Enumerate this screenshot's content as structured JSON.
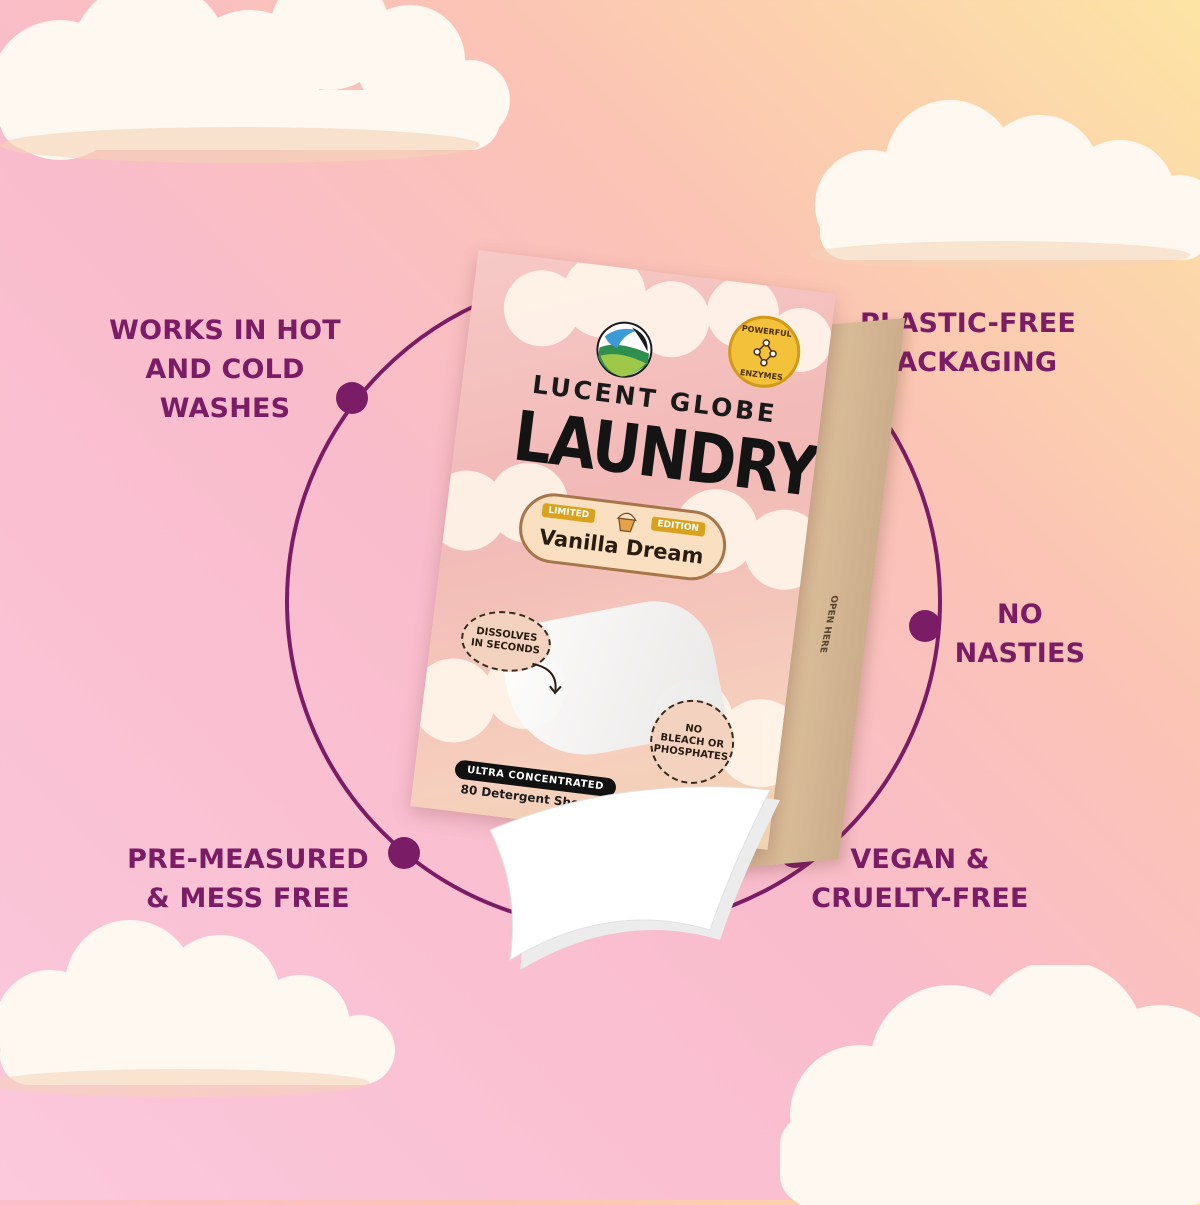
{
  "colors": {
    "accent": "#7b1c66",
    "background_top_right": "#fde4a4",
    "background_bottom_left": "#fbc8dc"
  },
  "features": [
    {
      "label": "WORKS IN HOT\nAND COLD\nWASHES"
    },
    {
      "label": "PLASTIC-FREE\nPACKAGING"
    },
    {
      "label": "NO\nNASTIES"
    },
    {
      "label": "PRE-MEASURED\n& MESS FREE"
    },
    {
      "label": "VEGAN &\nCRUELTY-FREE"
    }
  ],
  "product": {
    "brand": "LUCENT GLOBE",
    "title": "LAUNDRY",
    "badge_top": "POWERFUL",
    "badge_bottom": "ENZYMES",
    "edition_left": "LIMITED",
    "edition_right": "EDITION",
    "scent": "Vanilla Dream",
    "sticker_left": "DISSOLVES\nIN SECONDS",
    "sticker_right": "NO\nBLEACH OR\nPHOSPHATES",
    "ultra": "ULTRA CONCENTRATED",
    "count": "80 Detergent Sheets",
    "open_here": "OPEN HERE"
  },
  "icons": [
    "cloud-icon",
    "globe-logo-icon",
    "enzyme-molecule-icon",
    "cupcake-icon",
    "arrow-icon"
  ]
}
